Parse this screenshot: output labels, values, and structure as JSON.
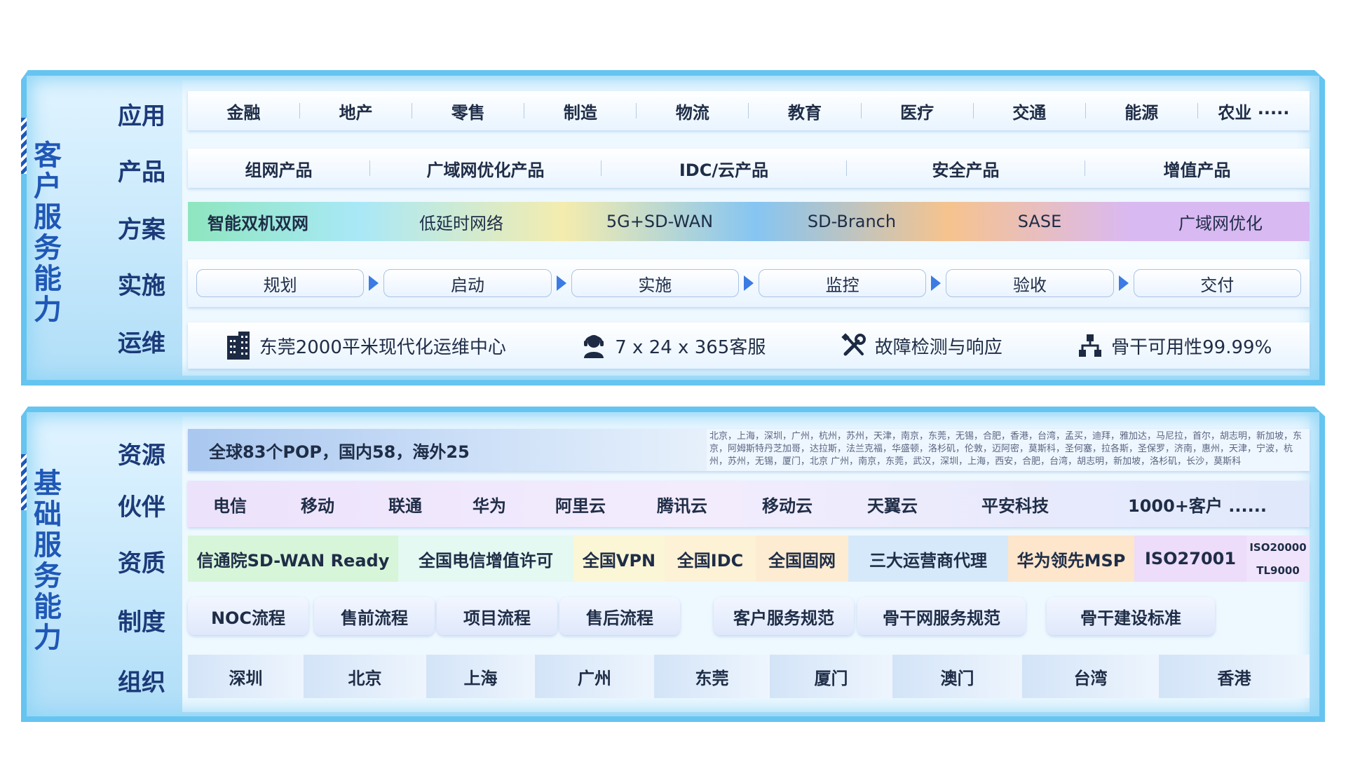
{
  "customer_panel": {
    "title": "客户服务能力",
    "rows": {
      "application": {
        "label": "应用",
        "items": [
          "金融",
          "地产",
          "零售",
          "制造",
          "物流",
          "教育",
          "医疗",
          "交通",
          "能源",
          "农业 ·····"
        ]
      },
      "product": {
        "label": "产品",
        "items": [
          "组网产品",
          "广域网优化产品",
          "IDC/云产品",
          "安全产品",
          "增值产品"
        ]
      },
      "solution": {
        "label": "方案",
        "items": [
          {
            "text": "智能双机双网",
            "color": "#8ee6bf"
          },
          {
            "text": "低延时网络",
            "color": "#a9e8f7"
          },
          {
            "text": "5G+SD-WAN",
            "color": "#f4ecae"
          },
          {
            "text": "SD-Branch",
            "color": "#86c5f2"
          },
          {
            "text": "SASE",
            "color": "#f6c38e"
          },
          {
            "text": "广域网优化",
            "color": "#d9b9f2"
          }
        ]
      },
      "implementation": {
        "label": "实施",
        "steps": [
          "规划",
          "启动",
          "实施",
          "监控",
          "验收",
          "交付"
        ]
      },
      "operation": {
        "label": "运维",
        "items": [
          {
            "icon": "building-icon",
            "text": "东莞2000平米现代化运维中心"
          },
          {
            "icon": "headset-user-icon",
            "text": "7 x 24 x 365客服"
          },
          {
            "icon": "wrench-tools-icon",
            "text": "故障检测与响应"
          },
          {
            "icon": "network-topology-icon",
            "text": "骨干可用性99.99%"
          }
        ]
      }
    }
  },
  "base_panel": {
    "title": "基础服务能力",
    "rows": {
      "resources": {
        "label": "资源",
        "summary": "全球83个POP，国内58，海外25",
        "cities": "北京，上海，深圳，广州，杭州，苏州，天津，南京，东莞，无锡，合肥，香港，台湾，孟买，迪拜，雅加达，马尼拉，首尔，胡志明，新加坡，东京，阿姆斯特丹芝加哥，达拉斯，法兰克福，华盛顿，洛杉矶，伦敦，迈阿密，莫斯科，圣何塞，拉各斯，圣保罗，济南，惠州，天津，宁波，杭州，苏州，无锡，厦门，北京 广州，南京，东莞，武汉，深圳，上海，西安，合肥，台湾，胡志明，新加坡，洛杉矶，长沙，莫斯科"
      },
      "partners": {
        "label": "伙伴",
        "items": [
          "电信",
          "移动",
          "联通",
          "华为",
          "阿里云",
          "腾讯云",
          "移动云",
          "天翼云",
          "平安科技",
          "1000+客户 ......"
        ]
      },
      "qualification": {
        "label": "资质",
        "items": [
          {
            "text": "信通院SD-WAN Ready",
            "color": "#d7f5d9"
          },
          {
            "text": "全国电信增值许可",
            "color": "#e3f9f1"
          },
          {
            "text": "全国VPN",
            "color": "#fbf6d6"
          },
          {
            "text": "全国IDC",
            "color": "#fdf1d6"
          },
          {
            "text": "全国固网",
            "color": "#fdecd2"
          },
          {
            "text": "三大运营商代理",
            "color": "#d6e9fb"
          },
          {
            "text": "华为领先MSP",
            "color": "#fde6cc"
          },
          {
            "text": "ISO27001",
            "color": "#eddcfa"
          }
        ],
        "extra": [
          "ISO20000",
          "TL9000"
        ]
      },
      "system": {
        "label": "制度",
        "items": [
          "NOC流程",
          "售前流程",
          "项目流程",
          "售后流程",
          "客户服务规范",
          "骨干网服务规范",
          "骨干建设标准"
        ]
      },
      "organization": {
        "label": "组织",
        "items": [
          "深圳",
          "北京",
          "上海",
          "广州",
          "东莞",
          "厦门",
          "澳门",
          "台湾",
          "香港"
        ]
      }
    }
  }
}
